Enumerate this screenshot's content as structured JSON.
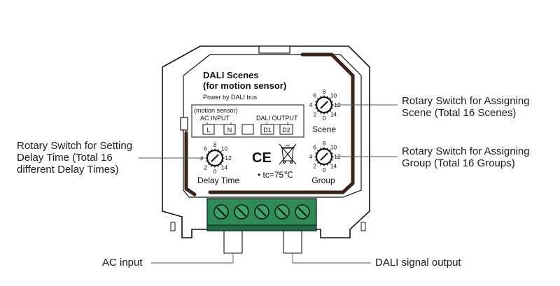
{
  "device": {
    "title_line1": "DALI Scenes",
    "title_line2": "(for motion sensor)",
    "power_text": "Power by DALI bus",
    "motion_label": "(motion sensor)",
    "ac_input_label": "AC INPUT",
    "dali_output_label": "DALI OUTPUT",
    "terminals": [
      "L",
      "N",
      "D1",
      "D2"
    ],
    "ce_mark": "CE",
    "tc_text": "• tc=75℃",
    "dial_labels": {
      "scene": "Scene",
      "group": "Group",
      "delay": "Delay Time"
    },
    "dial_numbers": [
      "0",
      "2",
      "4",
      "6",
      "8",
      "10",
      "12",
      "14"
    ]
  },
  "callouts": {
    "scene": [
      "Rotary Switch for Assigning",
      "Scene (Total 16 Scenes)"
    ],
    "group": [
      "Rotary Switch for Assigning",
      "Group  (Total 16 Groups)"
    ],
    "delay": [
      "Rotary Switch for Setting",
      "Delay Time (Total 16",
      "different Delay Times)"
    ],
    "ac_input": "AC  input",
    "dali_output": "DALI signal output"
  }
}
